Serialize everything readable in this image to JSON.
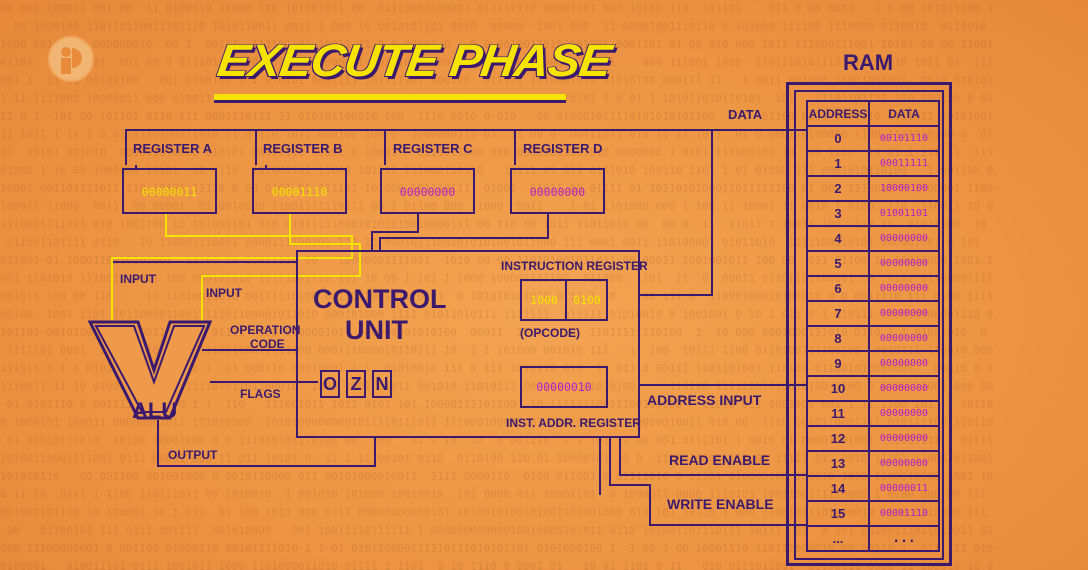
{
  "title": "EXECUTE PHASE",
  "registers": [
    {
      "label": "REGISTER A",
      "value": "00000011"
    },
    {
      "label": "REGISTER B",
      "value": "00001110"
    },
    {
      "label": "REGISTER C",
      "value": "00000000"
    },
    {
      "label": "REGISTER D",
      "value": "00000000"
    }
  ],
  "control_unit": {
    "label_line1": "CONTROL",
    "label_line2": "UNIT",
    "instruction_register_label": "INSTRUCTION REGISTER",
    "opcode_value": "1000",
    "address_value": "0100",
    "opcode_label": "(OPCODE)",
    "inst_addr_value": "00000010",
    "inst_addr_label": "INST. ADDR. REGISTER",
    "flags": [
      "O",
      "Z",
      "N"
    ]
  },
  "alu": {
    "name": "ALU",
    "input1": "INPUT",
    "input2": "INPUT",
    "operation_code_line1": "OPERATION",
    "operation_code_line2": "CODE",
    "flags_label": "FLAGS",
    "output_label": "OUTPUT"
  },
  "bus_labels": {
    "data": "DATA",
    "address_input": "ADDRESS INPUT",
    "read_enable": "READ ENABLE",
    "write_enable": "WRITE ENABLE"
  },
  "ram": {
    "title": "RAM",
    "col_address": "ADDRESS",
    "col_data": "DATA",
    "rows": [
      {
        "a": "0",
        "d": "00101110"
      },
      {
        "a": "1",
        "d": "00011111"
      },
      {
        "a": "2",
        "d": "10000100"
      },
      {
        "a": "3",
        "d": "01001101"
      },
      {
        "a": "4",
        "d": "00000000"
      },
      {
        "a": "5",
        "d": "00000000"
      },
      {
        "a": "6",
        "d": "00000000"
      },
      {
        "a": "7",
        "d": "00000000"
      },
      {
        "a": "8",
        "d": "00000000"
      },
      {
        "a": "9",
        "d": "00000000"
      },
      {
        "a": "10",
        "d": "00000000"
      },
      {
        "a": "11",
        "d": "00000000"
      },
      {
        "a": "12",
        "d": "00000000"
      },
      {
        "a": "13",
        "d": "00000000"
      },
      {
        "a": "14",
        "d": "00000011"
      },
      {
        "a": "15",
        "d": "00001110"
      },
      {
        "a": "...",
        "d": "..."
      }
    ]
  },
  "colors": {
    "background": "#ee9a4a",
    "wire": "#3b1a6e",
    "active_wire": "#f6e400",
    "value_purple": "#b21ec9"
  },
  "icons": {
    "logo": "pbs-logo-icon"
  }
}
